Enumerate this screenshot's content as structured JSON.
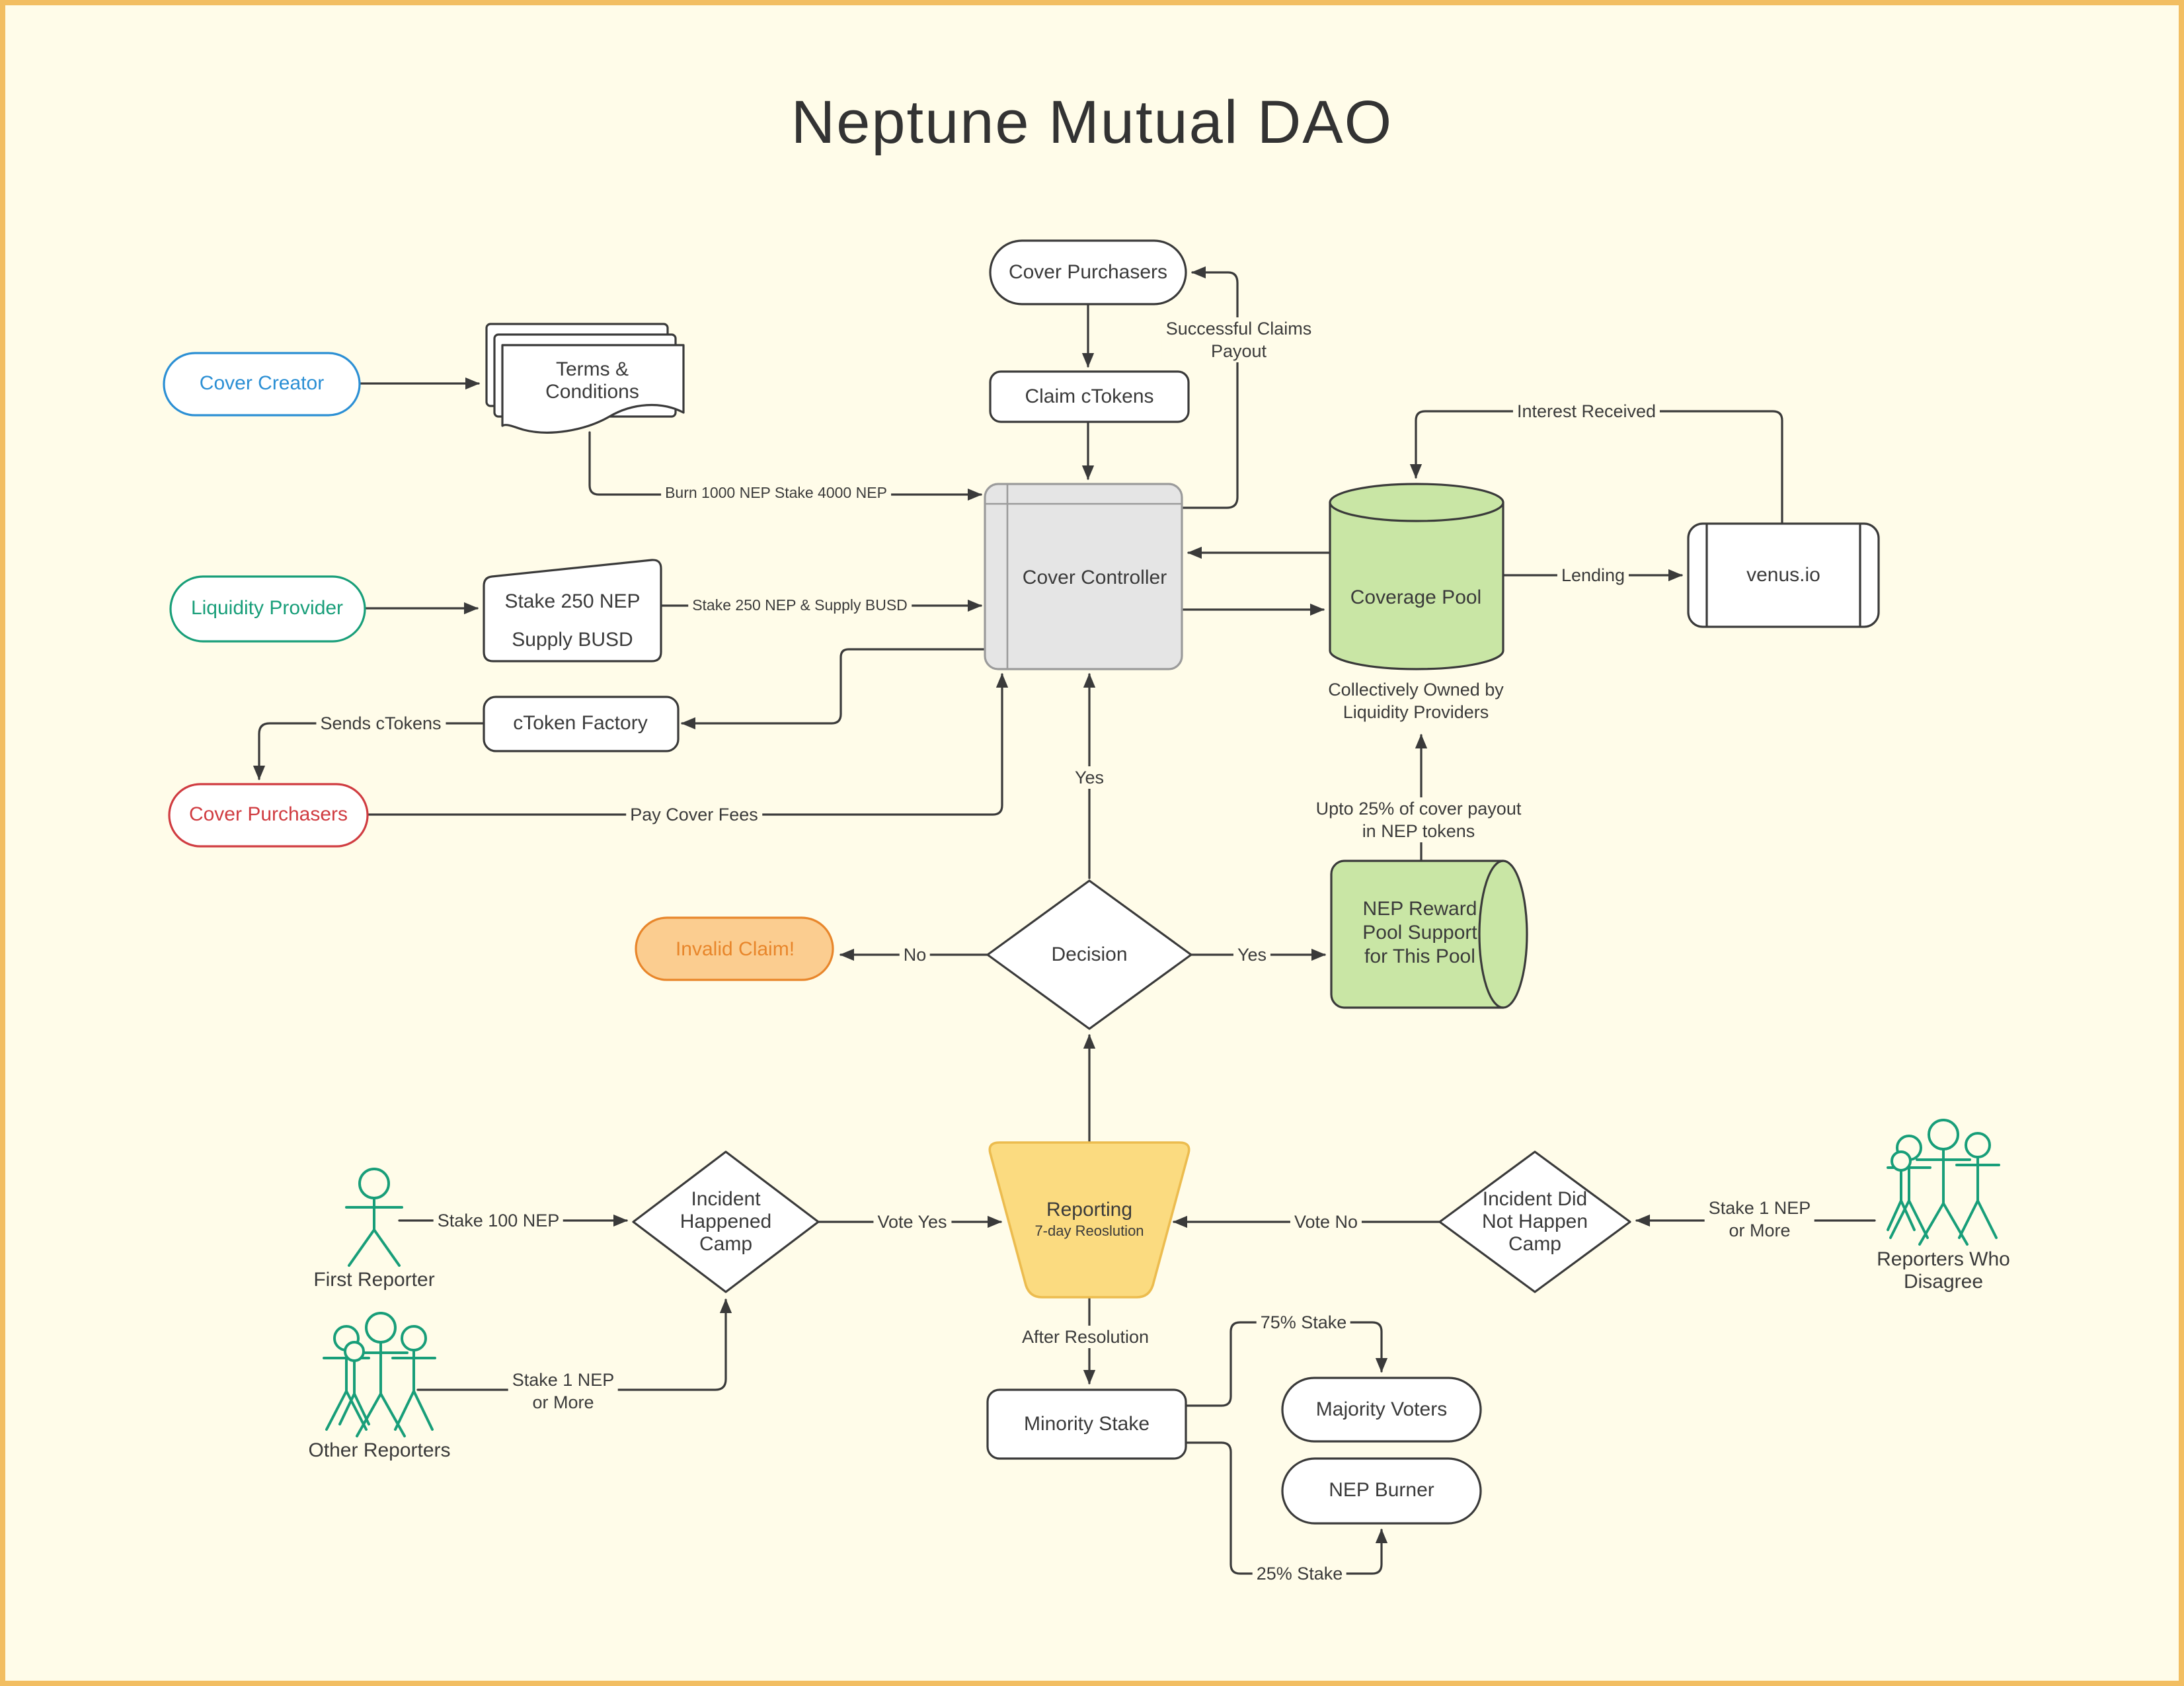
{
  "title": "Neptune Mutual DAO",
  "colors": {
    "background": "#FFFCE9",
    "frame_border": "#F2BE62",
    "line": "#3A3A3A",
    "node_fill": "#FFFFFF",
    "controller_fill": "#E5E5E5",
    "controller_stroke": "#9B9B9B",
    "pool_green": "#C9E6A5",
    "reporting_yellow": "#FBDB80",
    "reporting_stroke": "#ECBC4F",
    "invalid_fill": "#FBCD90",
    "invalid_stroke": "#E8862B",
    "blue_accent": "#2B8FD4",
    "teal_accent": "#189E79",
    "red_accent": "#D03C41"
  },
  "nodes": {
    "cover_purchasers_top": {
      "label": "Cover Purchasers"
    },
    "claim_ctokens": {
      "label": "Claim cTokens"
    },
    "cover_controller": {
      "label": "Cover Controller"
    },
    "coverage_pool": {
      "label": "Coverage Pool"
    },
    "venus": {
      "label": "venus.io"
    },
    "cover_creator": {
      "label": "Cover Creator"
    },
    "terms": {
      "lines": [
        "Terms &",
        "Conditions"
      ]
    },
    "stake_card": {
      "lines": [
        "Stake 250 NEP",
        "Supply BUSD"
      ]
    },
    "liquidity_provider": {
      "label": "Liquidity Provider"
    },
    "ctoken_factory": {
      "label": "cToken Factory"
    },
    "cover_purchasers_red": {
      "label": "Cover Purchasers"
    },
    "invalid_claim": {
      "label": "Invalid Claim!"
    },
    "decision": {
      "label": "Decision"
    },
    "nep_reward_pool": {
      "lines": [
        "NEP Reward",
        "Pool Support",
        "for This Pool"
      ]
    },
    "reporting": {
      "label": "Reporting",
      "sublabel": "7-day Reoslution"
    },
    "incident_happened_camp": {
      "lines": [
        "Incident",
        "Happened",
        "Camp"
      ]
    },
    "incident_not_camp": {
      "lines": [
        "Incident Did",
        "Not Happen",
        "Camp"
      ]
    },
    "first_reporter": {
      "label": "First Reporter"
    },
    "other_reporters": {
      "label": "Other Reporters"
    },
    "reporters_disagree": {
      "lines": [
        "Reporters Who",
        "Disagree"
      ]
    },
    "minority_stake": {
      "label": "Minority Stake"
    },
    "majority_voters": {
      "label": "Majority Voters"
    },
    "nep_burner": {
      "label": "NEP Burner"
    }
  },
  "edges": {
    "burn_stake": "Burn 1000 NEP Stake 4000 NEP",
    "stake_supply": "Stake 250 NEP & Supply BUSD",
    "sends_ctokens": "Sends cTokens",
    "pay_cover_fees": "Pay Cover Fees",
    "successful_claims": {
      "lines": [
        "Successful Claims",
        "Payout"
      ]
    },
    "interest_received": "Interest Received",
    "lending": "Lending",
    "yes_up": "Yes",
    "no_left": "No",
    "yes_right": "Yes",
    "upto_payout": {
      "lines": [
        "Upto 25% of cover payout",
        "in NEP tokens"
      ]
    },
    "collectively_owned": {
      "lines": [
        "Collectively Owned by",
        "Liquidity Providers"
      ]
    },
    "vote_yes": "Vote Yes",
    "vote_no": "Vote No",
    "stake_100": "Stake 100 NEP",
    "stake_1_left": {
      "lines": [
        "Stake 1 NEP",
        "or More"
      ]
    },
    "stake_1_right": {
      "lines": [
        "Stake 1 NEP",
        "or More"
      ]
    },
    "after_resolution": "After Resolution",
    "stake_75": "75% Stake",
    "stake_25": "25% Stake"
  }
}
